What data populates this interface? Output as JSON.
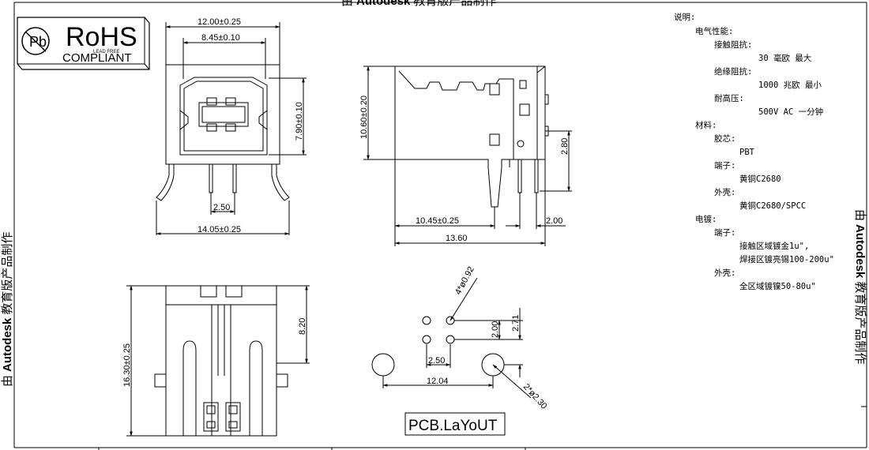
{
  "watermark": {
    "prefix": "由",
    "brand": "Autodesk",
    "suffix": "教育版产品制作"
  },
  "rohs": {
    "title": "RoHS",
    "sub": "COMPLIANT",
    "tiny": "LEAD FREE",
    "symbol": "Pb"
  },
  "front_view": {
    "dims": [
      "12.00±0.25",
      "8.45±0.10",
      "7.90±0.10",
      "2.50",
      "14.05±0.25"
    ]
  },
  "side_view": {
    "dims": [
      "10.60±0.20",
      "2.80",
      "10.45±0.25",
      "2.00",
      "13.60"
    ]
  },
  "bottom_view": {
    "dims": [
      "16.30±0.25",
      "8.20"
    ]
  },
  "pcb": {
    "label": "PCB.LaYoUT",
    "dims": [
      "4*ø0.92",
      "2.00",
      "2.71",
      "2.50",
      "12.04",
      "2*ø2.30"
    ]
  },
  "notes": {
    "title": "说明:",
    "lines": [
      "电气性能:",
      "接触阻抗:",
      "30 毫欧 最大",
      "绝缘阻抗:",
      "1000 兆欧 最小",
      "耐高压:",
      "500V AC 一分钟",
      "材料:",
      "胶芯:",
      "PBT",
      "端子:",
      "黄铜C2680",
      "外壳:",
      "黄铜C2680/SPCC",
      "电镀:",
      "端子:",
      "接触区域镀金1u\",",
      "焊接区镀亮锡100-200u\"",
      "外壳:",
      "全区域镀镍50-80u\""
    ]
  }
}
